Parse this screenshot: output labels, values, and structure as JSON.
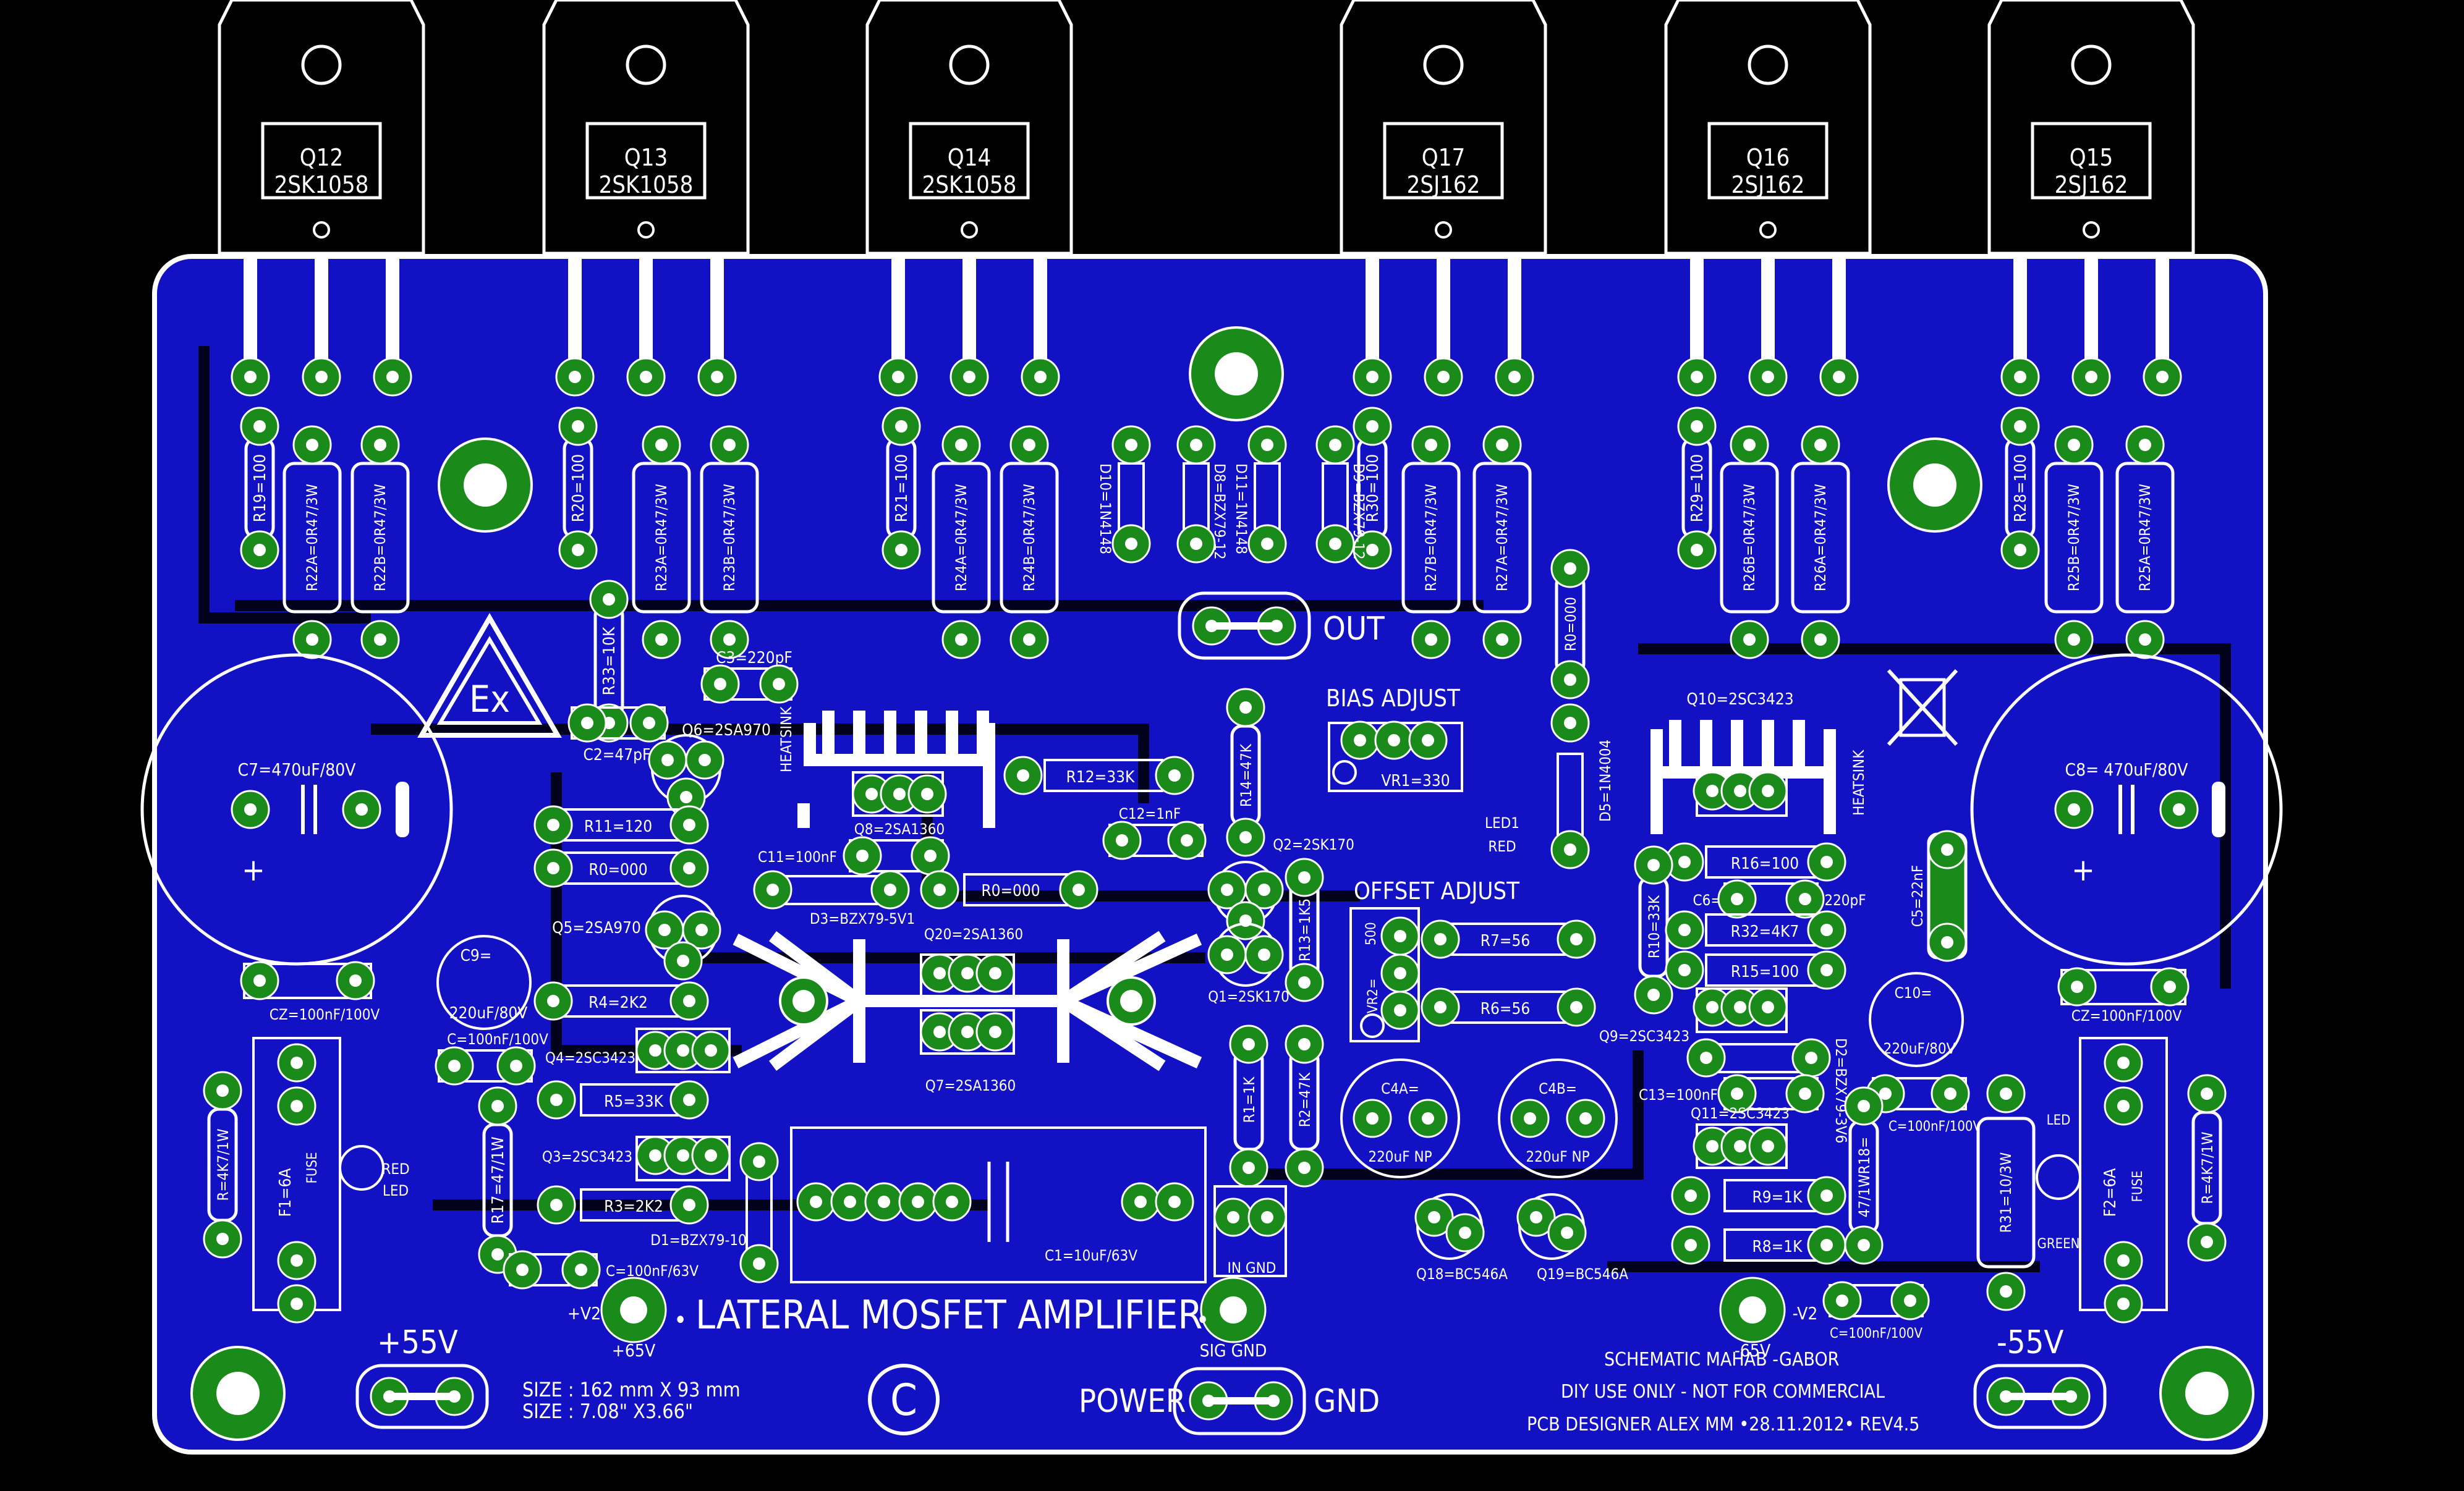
{
  "colors": {
    "background": "#000000",
    "board": "#1010c8",
    "pad": "#1a8a1a",
    "silk": "#ffffff",
    "trace": "#0a0ab0"
  },
  "transistors_top": [
    {
      "ref": "Q12",
      "part": "2SK1058"
    },
    {
      "ref": "Q13",
      "part": "2SK1058"
    },
    {
      "ref": "Q14",
      "part": "2SK1058"
    },
    {
      "ref": "Q17",
      "part": "2SJ162"
    },
    {
      "ref": "Q16",
      "part": "2SJ162"
    },
    {
      "ref": "Q15",
      "part": "2SJ162"
    }
  ],
  "gate_resistors": [
    "R19=100",
    "R20=100",
    "R21=100",
    "R30=100",
    "R29=100",
    "R28=100"
  ],
  "source_resistors": [
    "R22A=0R47/3W",
    "R22B=0R47/3W",
    "R23A=0R47/3W",
    "R23B=0R47/3W",
    "R24A=0R47/3W",
    "R24B=0R47/3W",
    "R27B=0R47/3W",
    "R27A=0R47/3W",
    "R26B=0R47/3W",
    "R26A=0R47/3W",
    "R25B=0R47/3W",
    "R25A=0R47/3W"
  ],
  "diodes_top": [
    "D10=1N4148",
    "D8=BZX79-12",
    "D11=1N4148",
    "D9=BZX79-12"
  ],
  "labels": {
    "out": "OUT",
    "bias_adjust": "BIAS ADJUST",
    "offset_adjust": "OFFSET ADJUST",
    "heatsink": "HEATSINK",
    "power": "POWER",
    "gnd": "GND",
    "plus55": "+55V",
    "minus55": "-55V",
    "plus65": "+65V",
    "minus65": "-65V",
    "v2plus": "+V2",
    "v2minus": "-V2",
    "in_gnd": "IN  GND",
    "sig_gnd": "SIG GND",
    "title": "LATERAL MOSFET AMPLIFIER",
    "size1": "SIZE : 162 mm X 93 mm",
    "size2": "SIZE : 7.08\" X3.66\"",
    "credit1": "SCHEMATIC MAHAB -GABOR",
    "credit2": "DIY USE ONLY - NOT FOR COMMERCIAL",
    "credit3": "PCB DESIGNER ALEX MM •28.11.2012• REV4.5",
    "copyright": "C"
  },
  "parts": {
    "c7": "C7=470uF/80V",
    "c8": "C8= 470uF/80V",
    "c3": "C3=220pF",
    "c2": "C2=47pF",
    "r33": "R33=10K",
    "q6": "Q6=2SA970",
    "r11": "R11=120",
    "r0a": "R0=000",
    "r0b": "R0=000",
    "r0c": "R0=000",
    "r0d": "R0=000",
    "q5": "Q5=2SA970",
    "c9": "C9=",
    "c9v": "220uF/80V",
    "r4": "R4=2K2",
    "c100a": "C=100nF/100V",
    "q4": "Q4=2SC3423",
    "r5": "R5=33K",
    "q3": "Q3=2SC3423",
    "r3": "R3=2K2",
    "d1": "D1=BZX79-10",
    "r17": "R17=47/1W",
    "c100b": "C=100nF/63V",
    "r12": "R12=33K",
    "q8": "Q8=2SA1360",
    "c11": "C11=100nF",
    "d3": "D3=BZX79-5V1",
    "c12": "C12=1nF",
    "q20": "Q20=2SA1360",
    "q7": "Q7=2SA1360",
    "c1": "C1=10uF/63V",
    "r14": "R14=47K",
    "q2": "Q2=2SK170",
    "q1": "Q1=2SK170",
    "r13": "R13=1K5",
    "r1": "R1=1K",
    "r2": "R2=47K",
    "vr1": "VR1=330",
    "led1": "LED1",
    "red": "RED",
    "d5": "D5=1N4004",
    "r7": "R7=56",
    "r6": "R6=56",
    "vr2": "VR2=",
    "vr2v": "500",
    "c4a": "C4A=",
    "c4b": "C4B=",
    "np": "220uF NP",
    "q18": "Q18=BC546A",
    "q19": "Q19=BC546A",
    "q10": "Q10=2SC3423",
    "r16": "R16=100",
    "c6": "C6=",
    "c6v": "220pF",
    "r32": "R32=4K7",
    "r15": "R15=100",
    "r10": "R10=33K",
    "q9": "Q9=2SC3423",
    "d2": "D2=BZX79-3V6",
    "c13": "C13=100nF",
    "q11": "Q11=2SC3423",
    "r9": "R9=1K",
    "r8": "R8=1K",
    "c5": "C5=22nF",
    "c10": "C10=",
    "c10v": "220uF/80V",
    "c100c": "C=100nF/100V",
    "c100d": "C=100nF/100V",
    "r18": "47/1WR18=",
    "r31": "R31=10/3W",
    "f1": "F1=6A",
    "f2": "F2=6A",
    "fuse": "FUSE",
    "rleft": "R=4K7/1W",
    "rright": "R=4K7/1W",
    "cz1": "CZ=100nF/100V",
    "cz2": "CZ=100nF/100V",
    "redled": "RED",
    "led": "LED",
    "green": "GREEN",
    "ledr": "LED"
  }
}
